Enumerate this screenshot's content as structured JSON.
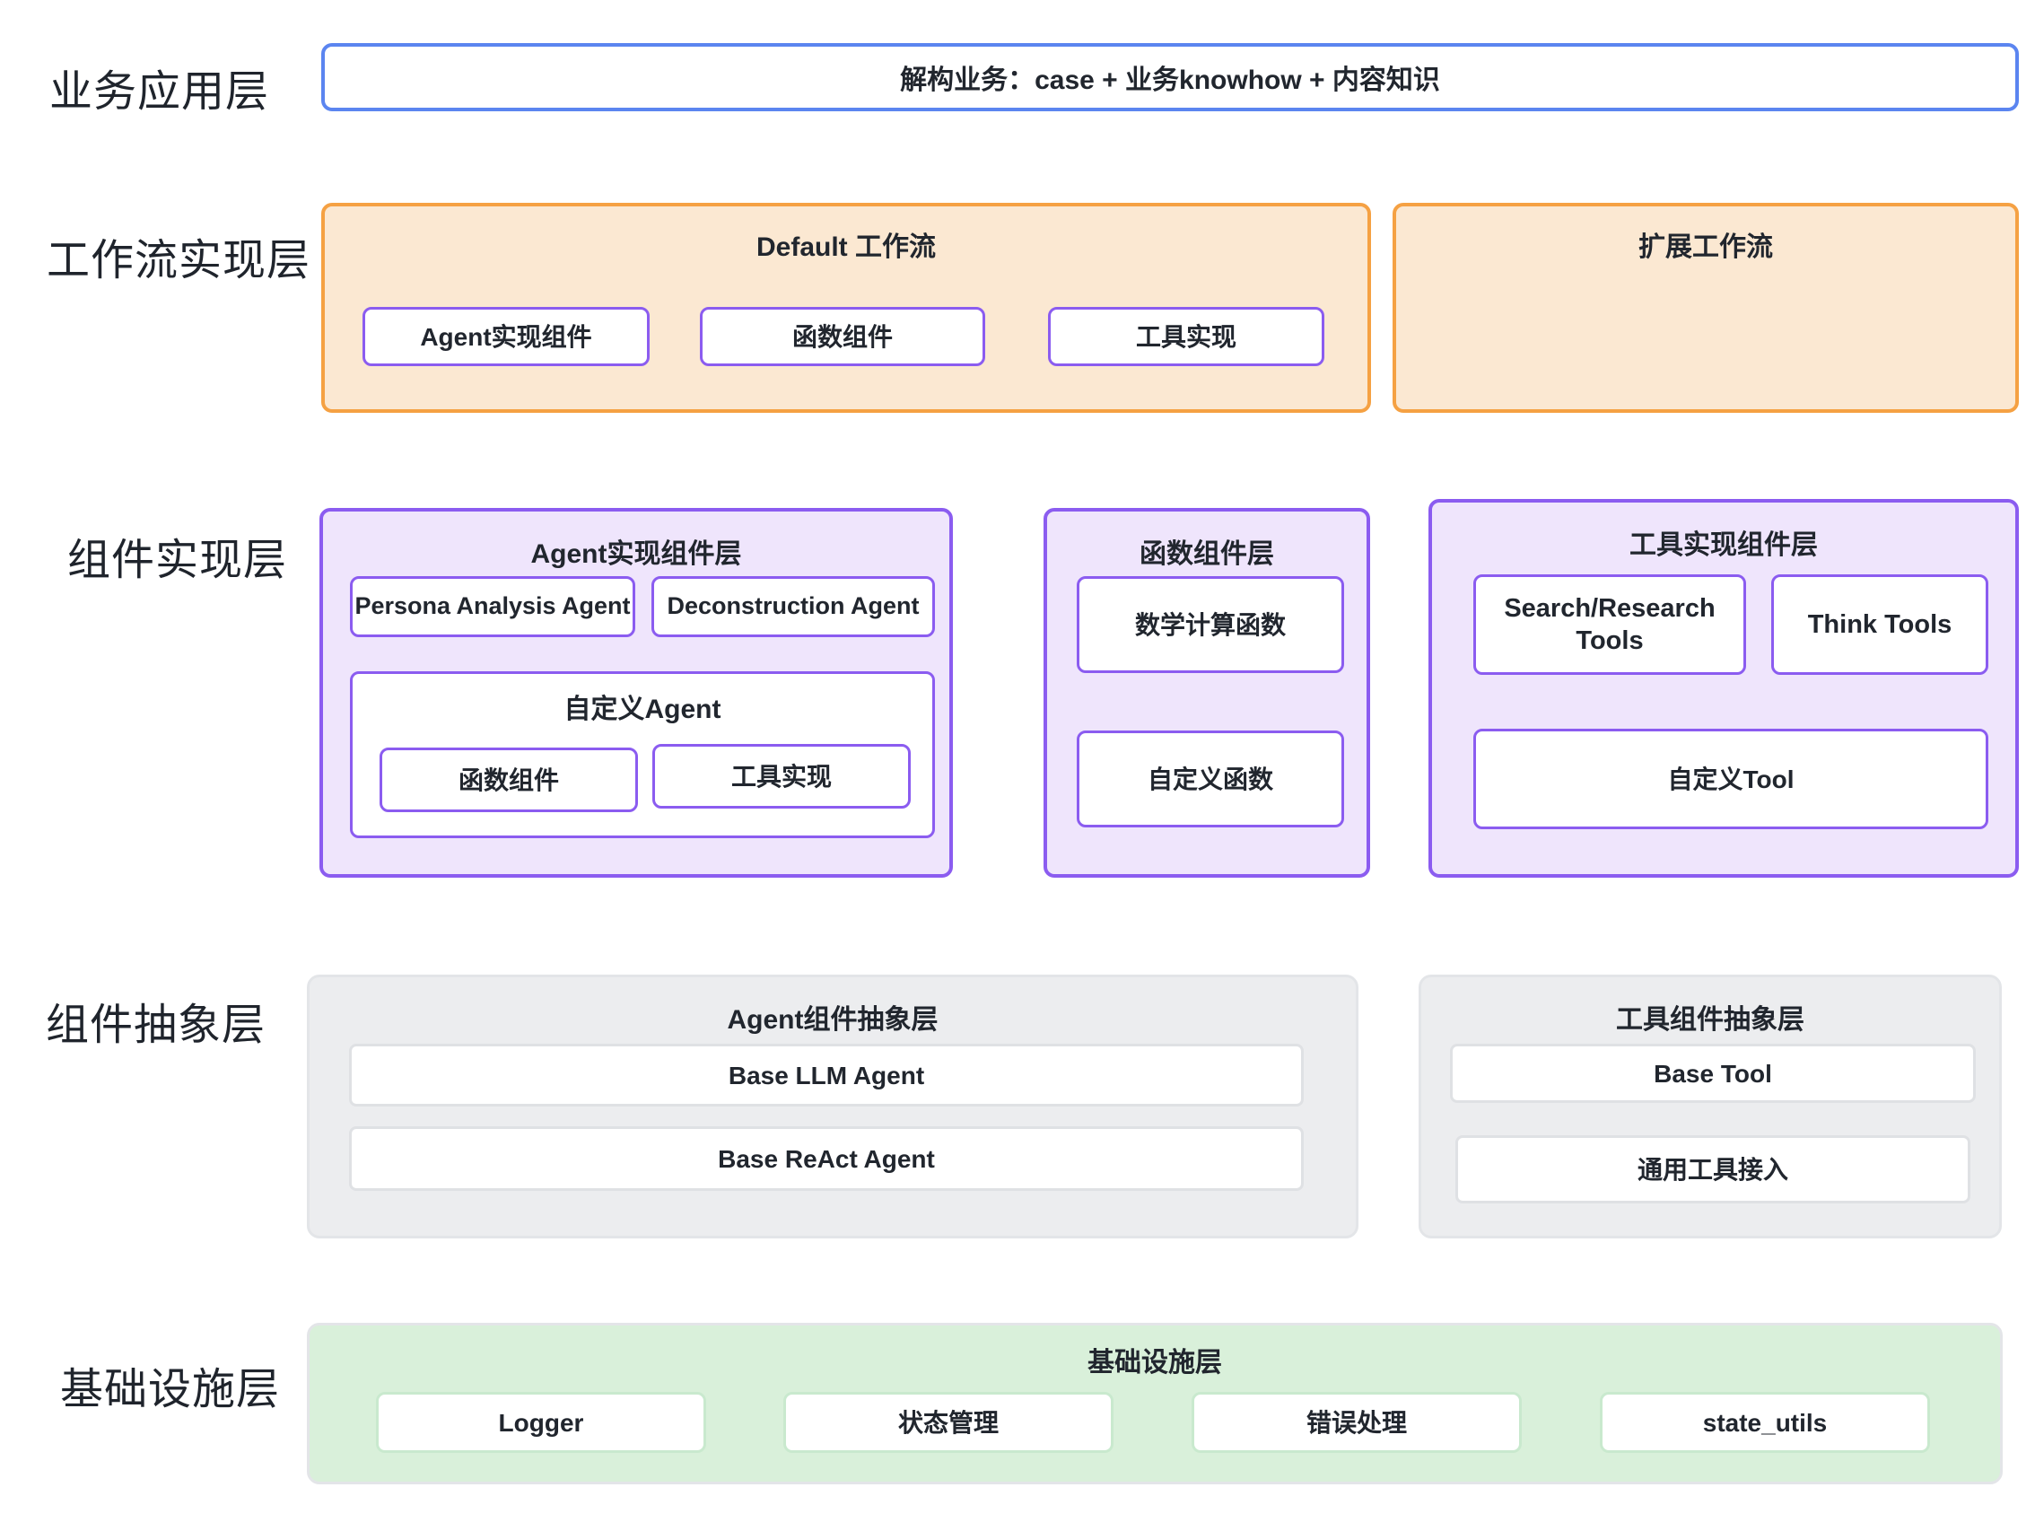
{
  "colors": {
    "banner_border": "#5b85f0",
    "workflow_border": "#f5a143",
    "workflow_fill": "#fbe8d2",
    "component_border": "#8b5cf0",
    "component_fill": "#efe5fc",
    "abstraction_fill": "#ecedef",
    "infra_fill": "#d9f0da",
    "text": "#21262e"
  },
  "business_layer": {
    "label": "业务应用层",
    "banner": "解构业务：case + 业务knowhow + 内容知识"
  },
  "workflow_layer": {
    "label": "工作流实现层",
    "default_workflow": {
      "title": "Default 工作流",
      "items": [
        "Agent实现组件",
        "函数组件",
        "工具实现"
      ]
    },
    "extended_workflow": {
      "title": "扩展工作流"
    }
  },
  "component_layer": {
    "label": "组件实现层",
    "agent_panel": {
      "title": "Agent实现组件层",
      "agents": [
        "Persona Analysis Agent",
        "Deconstruction Agent"
      ],
      "custom_agent": {
        "title": "自定义Agent",
        "items": [
          "函数组件",
          "工具实现"
        ]
      }
    },
    "function_panel": {
      "title": "函数组件层",
      "items": [
        "数学计算函数",
        "自定义函数"
      ]
    },
    "tool_panel": {
      "title": "工具实现组件层",
      "items": [
        "Search/Research Tools",
        "Think Tools"
      ],
      "wide_item": "自定义Tool"
    }
  },
  "abstraction_layer": {
    "label": "组件抽象层",
    "agent_panel": {
      "title": "Agent组件抽象层",
      "items": [
        "Base LLM Agent",
        "Base ReAct Agent"
      ]
    },
    "tool_panel": {
      "title": "工具组件抽象层",
      "items": [
        "Base Tool",
        "通用工具接入"
      ]
    }
  },
  "infra_layer": {
    "label": "基础设施层",
    "panel_title": "基础设施层",
    "items": [
      "Logger",
      "状态管理",
      "错误处理",
      "state_utils"
    ]
  }
}
